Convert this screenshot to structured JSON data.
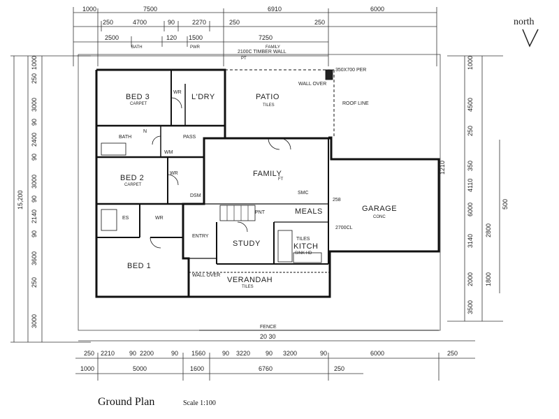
{
  "north": "north",
  "rooms": {
    "bed3": "BED 3",
    "bed3_sub": "CARPET",
    "wir_top": "WR",
    "ldry": "L'DRY",
    "patio": "PATIO",
    "patio_sub": "TILES",
    "bath": "BATH",
    "wm": "WM",
    "pass": "PASS",
    "bed2": "BED 2",
    "bed2_sub": "CARPET",
    "wir_bed2": "WR",
    "family": "FAMILY",
    "family_sub": "FT",
    "garage": "GARAGE",
    "garage_sub": "CONC",
    "es": "ES",
    "wir_bed1": "WR",
    "pnt": "PNT",
    "meals": "MEALS",
    "dsm": "DSM",
    "entry": "ENTRY",
    "study": "STUDY",
    "kitch": "KITCH",
    "kitch_sub": "SINK HD",
    "bed1": "BED 1",
    "wall_over_bed1": "WALL OVER",
    "verandah": "VERANDAH",
    "verandah_sub": "TILES",
    "wall_over_patio": "WALL OVER",
    "fence": "FENCE"
  },
  "notes": {
    "box": "350X700 PER",
    "roof_line": "ROOF LINE",
    "fence_top": "2100C TIMBER WALL",
    "fence_sub": "PT",
    "cupboard": "2700CL",
    "smc": "SMC",
    "dsm_num": "258",
    "kitch_tile": "TILES",
    "bath_code": "N"
  },
  "dims_top": {
    "row1": [
      "1000",
      "7500",
      "6910",
      "6000"
    ],
    "row2": [
      "250",
      "4700",
      "90",
      "2270",
      "250",
      "250"
    ],
    "row3": [
      "2500",
      "120",
      "1500",
      "7250"
    ],
    "row3_sub": [
      "BATH",
      "",
      "PWR",
      "FAMILY"
    ]
  },
  "dims_bottom": {
    "total": "20 30",
    "row1": [
      "250",
      "2210",
      "90",
      "2200",
      "90",
      "1560",
      "90",
      "3220",
      "90",
      "3200",
      "90",
      "6000",
      "250"
    ],
    "row2": [
      "1000",
      "5000",
      "1600",
      "6760",
      "250"
    ]
  },
  "dims_left": {
    "total": "15,200",
    "segs": [
      "1000",
      "250",
      "3000",
      "90",
      "2400",
      "90",
      "3000",
      "90",
      "2140",
      "90",
      "3600",
      "250",
      "3000"
    ]
  },
  "dims_right": {
    "segs": [
      "1000",
      "4500",
      "250",
      "350",
      "4110",
      "6000",
      "3140",
      "2000",
      "3500"
    ],
    "segs_b": [
      "1210",
      "2800",
      "1800",
      "500"
    ]
  },
  "caption": {
    "title": "Ground Plan",
    "scale": "Scale 1:100"
  }
}
